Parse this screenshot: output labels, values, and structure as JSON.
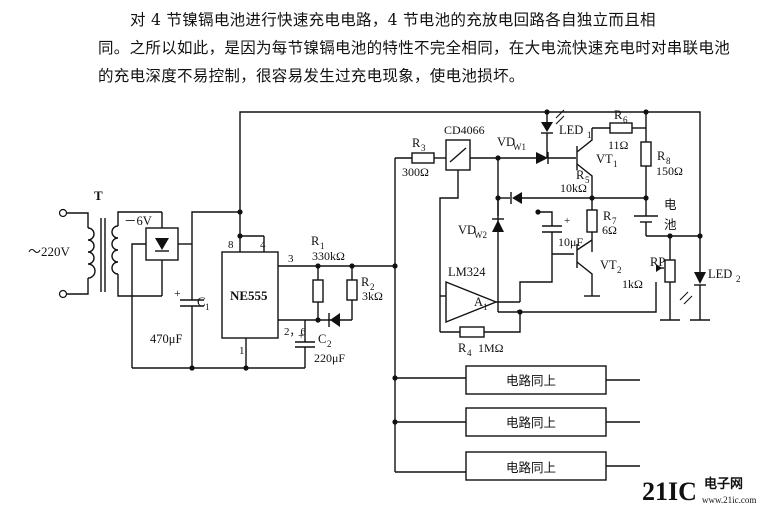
{
  "description_paragraph": {
    "line1": "对 4 节镍镉电池进行快速充电电路，4 节电池的充放电回路各自独立而且相",
    "line2": "同。之所以如此，是因为每节镍镉电池的特性不完全相同，在大电流快速充电时对串联电池",
    "line3": "的充电深度不易控制，很容易发生过充电现象，使电池损坏。"
  },
  "labels": {
    "transformer": "T",
    "mains_voltage": "～220V",
    "secondary_voltage": "－6V",
    "capacitor_c1": "C",
    "capacitor_c1_sub": "1",
    "capacitor_c1_value": "470μF",
    "capacitor_c1_plus": "+",
    "ne555": "NE555",
    "pin8": "8",
    "pin4": "4",
    "pin3": "3",
    "pin1": "1",
    "pin26": "2，6",
    "r1": "R",
    "r1_sub": "1",
    "r1_value": "330kΩ",
    "r2": "R",
    "r2_sub": "2",
    "r2_value": "3kΩ",
    "c2": "C",
    "c2_sub": "2",
    "c2_value": "220μF",
    "c2_plus": "+",
    "r3": "R",
    "r3_sub": "3",
    "r3_value": "300Ω",
    "cd4066": "CD4066",
    "vdw1": "VD",
    "vdw1_sub": "W1",
    "led1": "LED",
    "led1_sub": "1",
    "r6": "R",
    "r6_sub": "6",
    "r6_value": "11Ω",
    "vt1": "VT",
    "vt1_sub": "1",
    "r8": "R",
    "r8_sub": "8",
    "r8_value": "150Ω",
    "r5": "R",
    "r5_sub": "5",
    "r5_value": "10kΩ",
    "battery_label_1": "电",
    "battery_label_2": "池",
    "vdw2": "VD",
    "vdw2_sub": "W2",
    "c3_plus": "+",
    "c3_value": "10μF",
    "r7": "R",
    "r7_sub": "7",
    "r7_value": "6Ω",
    "lm324": "LM324",
    "a1": "A",
    "a1_sub": "1",
    "vt2": "VT",
    "vt2_sub": "2",
    "rp": "RP",
    "rp_value": "1kΩ",
    "led2": "LED",
    "led2_sub": "2",
    "r4": "R",
    "r4_sub": "4",
    "r4_value": "1MΩ",
    "block1": "电路同上",
    "block2": "电路同上",
    "block3": "电路同上"
  },
  "watermark": {
    "logo_text": "21IC",
    "site_text": "电子网",
    "url_text": "www.21ic.com"
  },
  "colors": {
    "ink": "#111111",
    "watermark": "#d7263d"
  }
}
